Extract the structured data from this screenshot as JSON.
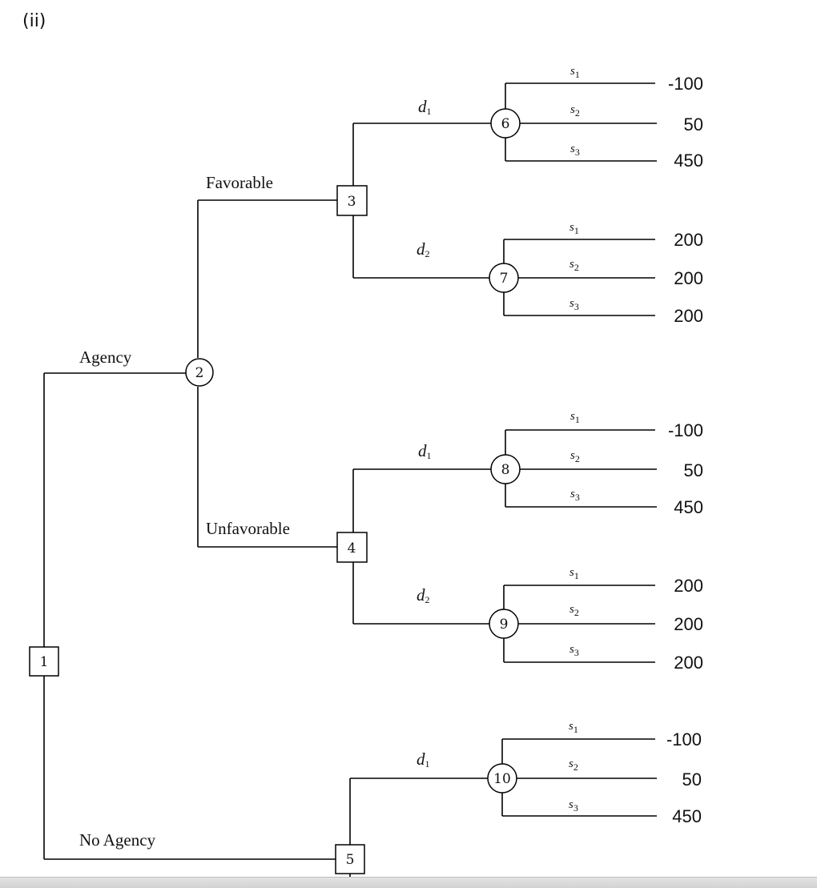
{
  "part_label": "(ii)",
  "branches": {
    "agency": "Agency",
    "no_agency": "No Agency",
    "favorable": "Favorable",
    "unfavorable": "Unfavorable"
  },
  "decisions": {
    "d1": "d",
    "d1_sub": "1",
    "d2": "d",
    "d2_sub": "2"
  },
  "states": {
    "s": "s",
    "s1_sub": "1",
    "s2_sub": "2",
    "s3_sub": "3"
  },
  "nodes": {
    "n1": "1",
    "n2": "2",
    "n3": "3",
    "n4": "4",
    "n5": "5",
    "n6": "6",
    "n7": "7",
    "n8": "8",
    "n9": "9",
    "n10": "10"
  },
  "payoffs": {
    "d1": [
      "-100",
      "50",
      "450"
    ],
    "d2": [
      "200",
      "200",
      "200"
    ]
  }
}
